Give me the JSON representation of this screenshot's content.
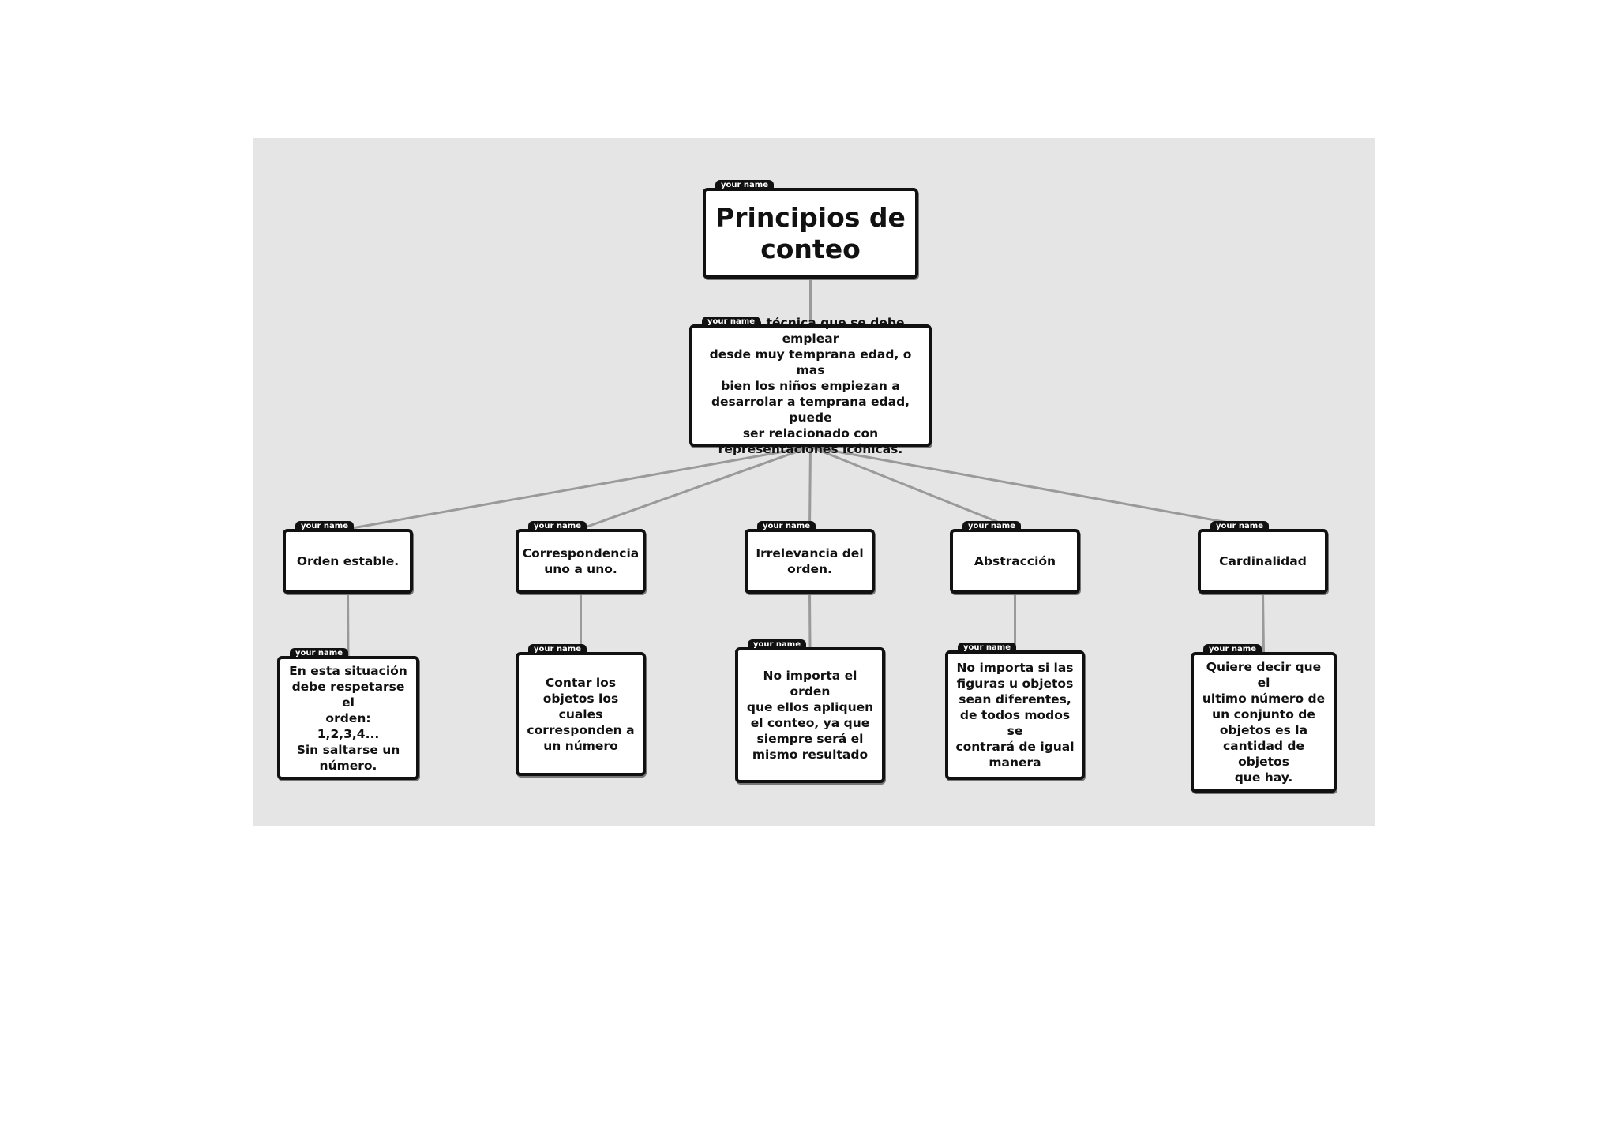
{
  "diagram": {
    "tag_label": "your name",
    "nodes": [
      {
        "id": "root",
        "text": "Principios de\nconteo"
      },
      {
        "id": "desc",
        "text": "Es una técnica que se debe emplear\ndesde muy temprana edad, o mas\nbien los niños empiezan a\ndesarrolar a temprana edad, puede\nser relacionado con\nrepresentaciones icónicas."
      },
      {
        "id": "orden",
        "text": "Orden estable."
      },
      {
        "id": "corr",
        "text": "Correspondencia\nuno a uno."
      },
      {
        "id": "irre",
        "text": "Irrelevancia del\norden."
      },
      {
        "id": "abst",
        "text": "Abstracción"
      },
      {
        "id": "card",
        "text": "Cardinalidad"
      },
      {
        "id": "orden_d",
        "text": "En esta situación\ndebe respetarse el\norden:\n1,2,3,4...\nSin saltarse un\nnúmero."
      },
      {
        "id": "corr_d",
        "text": "Contar los\nobjetos los\ncuales\ncorresponden a\nun número"
      },
      {
        "id": "irre_d",
        "text": "No importa el orden\nque ellos apliquen\nel conteo, ya que\nsiempre será el\nmismo resultado"
      },
      {
        "id": "abst_d",
        "text": "No importa si las\nfiguras u objetos\nsean diferentes,\nde todos modos se\ncontrará de igual\nmanera"
      },
      {
        "id": "card_d",
        "text": "Quiere decir que el\nultimo número de\nun conjunto de\nobjetos es la\ncantidad de objetos\nque hay."
      }
    ],
    "edges": [
      [
        "root",
        "desc"
      ],
      [
        "desc",
        "orden"
      ],
      [
        "desc",
        "corr"
      ],
      [
        "desc",
        "irre"
      ],
      [
        "desc",
        "abst"
      ],
      [
        "desc",
        "card"
      ],
      [
        "orden",
        "orden_d"
      ],
      [
        "corr",
        "corr_d"
      ],
      [
        "irre",
        "irre_d"
      ],
      [
        "abst",
        "abst_d"
      ],
      [
        "card",
        "card_d"
      ]
    ]
  }
}
